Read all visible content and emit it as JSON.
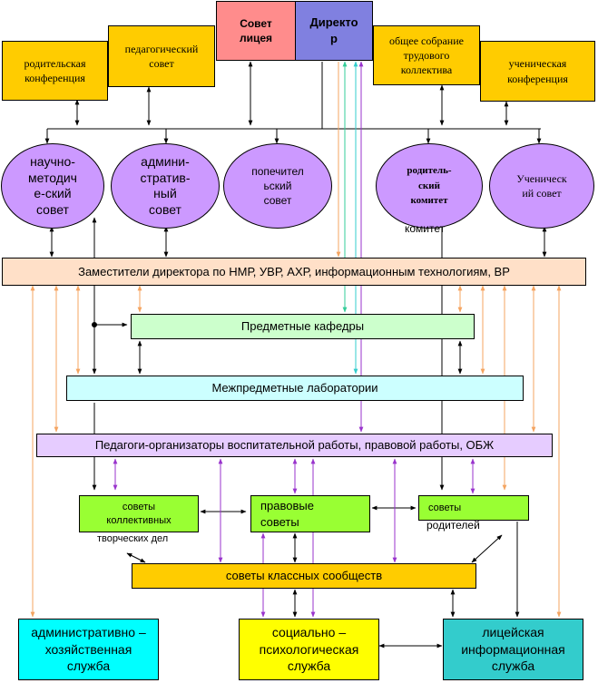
{
  "top": {
    "council": "Совет\nлицея",
    "director": "Директо\nр",
    "parent_conference": "родительская\nконференция",
    "ped_council": "педагогический\nсовет",
    "general_meeting": "общее собрание\nтрудового\nколлектива",
    "student_conference": "ученическая\nконференция"
  },
  "councils": {
    "methodical": "научно-\nметодич\nе-ский\nсовет",
    "administrative": "админи-\nстратив-\nный\nсовет",
    "trustees": "попечител\nьский\nсовет",
    "parents_committee": "родитель-\nский\nкомитет",
    "students": "Ученическ\nий совет",
    "committee_overflow": "комитет"
  },
  "bands": {
    "deputies": "Заместители директора по НМР, УВР, АХР, информационным технологиям, ВР",
    "departments": "Предметные кафедры",
    "labs": "Межпредметные лаборатории",
    "organizers": "Педагоги-организаторы воспитательной работы, правовой работы, ОБЖ"
  },
  "mid": {
    "collective_box": "советы\nколлективных",
    "collective_tail": "творческих дел",
    "legal_box": "правовые\nсоветы",
    "parents_box": "советы",
    "parents_tail": "родителей",
    "class_councils": "советы классных сообществ"
  },
  "bottom": {
    "admin_service": "административно –\nхозяйственная\nслужба",
    "social_service": "социально –\nпсихологическая\nслужба",
    "info_service": "лицейская\nинформационная\nслужба"
  },
  "colors": {
    "council": "#FF8C8C",
    "director": "#8080E0",
    "boxes": "#FFCC00",
    "ellipses": "#CC99FF",
    "deputies": "#FFE0C8",
    "departments": "#CCFFCC",
    "labs": "#CCFFFF",
    "organizers": "#E6CCFF",
    "small_councils": "#99FF33",
    "admin_service": "#00FFFF",
    "social_service": "#FFFF00",
    "info_service": "#33CCCC",
    "orange_arrow": "#F4A460",
    "purple_arrow": "#9933CC"
  }
}
